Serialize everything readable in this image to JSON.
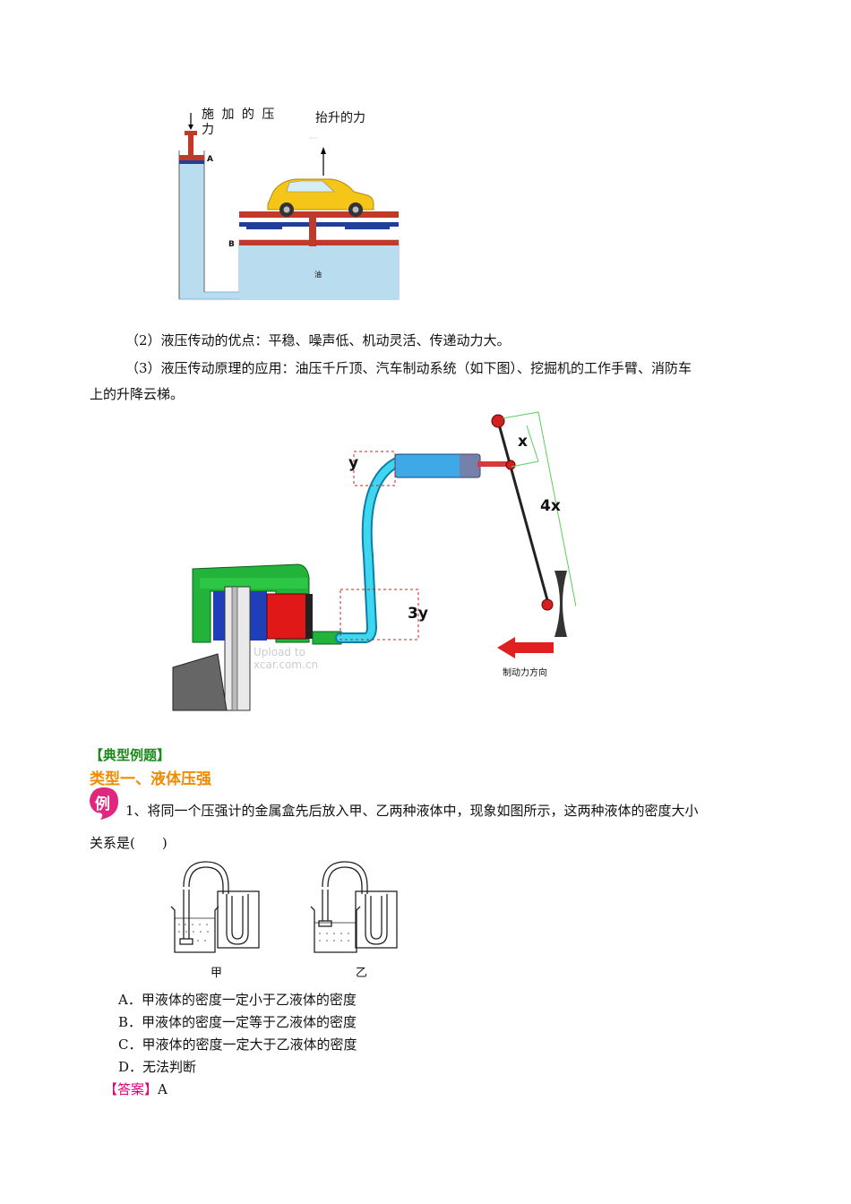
{
  "figure1": {
    "label_applied_force": "施 加 的 压 力",
    "label_lift_force": "抬升的力",
    "label_a": "A",
    "label_b": "B",
    "label_oil": "油"
  },
  "paragraphs": {
    "p2": "（2）液压传动的优点：平稳、噪声低、机动灵活、传递动力大。",
    "p3_line1": "（3）液压传动原理的应用：油压千斤顶、汽车制动系统（如下图）、挖掘机的工作手臂、消防车",
    "p3_line2": "上的升降云梯。"
  },
  "figure2": {
    "label_x": "x",
    "label_4x": "4x",
    "label_y": "y",
    "label_3y": "3y",
    "label_brake_dir": "制动力方向",
    "watermark": "Upload to xcar.com.cn"
  },
  "section": {
    "heading": "【典型例题】",
    "type_heading": "类型一、液体压强",
    "example_badge": "例"
  },
  "question": {
    "line1": "1、将同一个压强计的金属盒先后放入甲、乙两种液体中，现象如图所示，这两种液体的密度大小",
    "line2": "关系是(　　)",
    "fig_label_left": "甲",
    "fig_label_right": "乙",
    "options": [
      "A．甲液体的密度一定小于乙液体的密度",
      "B．甲液体的密度一定等于乙液体的密度",
      "C．甲液体的密度一定大于乙液体的密度",
      "D．无法判断"
    ],
    "answer_tag": "【答案】",
    "answer_value": "A"
  }
}
